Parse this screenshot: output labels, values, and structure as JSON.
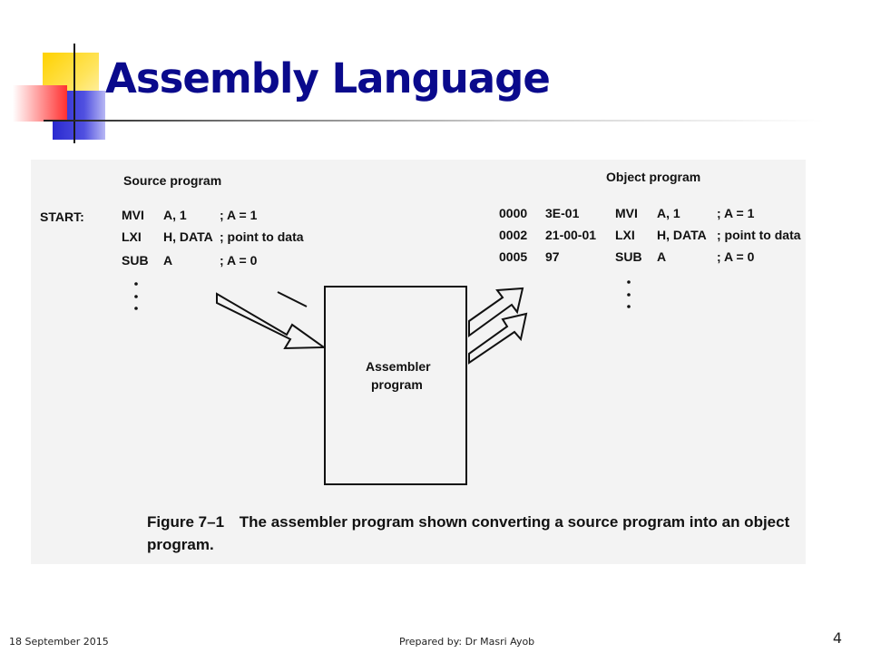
{
  "slide": {
    "title": "Assembly Language",
    "footer_date": "18 September 2015",
    "footer_author": "Prepared by: Dr Masri Ayob",
    "page_number": "4"
  },
  "figure": {
    "source_heading": "Source program",
    "object_heading": "Object program",
    "start_label": "START:",
    "source_lines": [
      {
        "op": "MVI",
        "args": "A, 1",
        "comment": "; A = 1"
      },
      {
        "op": "LXI",
        "args": "H, DATA",
        "comment": "; point to data"
      },
      {
        "op": "SUB",
        "args": "A",
        "comment": "; A = 0"
      }
    ],
    "object_lines": [
      {
        "addr": "0000",
        "hex": "3E-01",
        "op": "MVI",
        "args": "A, 1",
        "comment": "; A = 1"
      },
      {
        "addr": "0002",
        "hex": "21-00-01",
        "op": "LXI",
        "args": "H, DATA",
        "comment": "; point to data"
      },
      {
        "addr": "0005",
        "hex": "97",
        "op": "SUB",
        "args": "A",
        "comment": "; A = 0"
      }
    ],
    "assembler_line1": "Assembler",
    "assembler_line2": "program",
    "caption_label": "Figure 7–1",
    "caption_line1": "The assembler program shown converting a source program into an object",
    "caption_line2": "program."
  }
}
